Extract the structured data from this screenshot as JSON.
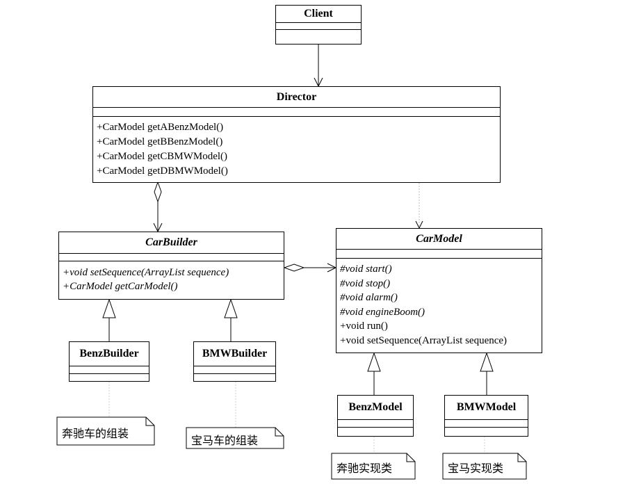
{
  "classes": {
    "client": {
      "name": "Client"
    },
    "director": {
      "name": "Director",
      "operations": [
        "+CarModel getABenzModel()",
        "+CarModel getBBenzModel()",
        "+CarModel getCBMWModel()",
        "+CarModel getDBMWModel()"
      ]
    },
    "car_builder": {
      "name": "CarBuilder",
      "operations": [
        "+void setSequence(ArrayList sequence)",
        "+CarModel getCarModel()"
      ]
    },
    "car_model": {
      "name": "CarModel",
      "operations": [
        "#void start()",
        "#void stop()",
        "#void alarm()",
        "#void engineBoom()",
        "+void run()",
        "+void setSequence(ArrayList sequence)"
      ]
    },
    "benz_builder": {
      "name": "BenzBuilder"
    },
    "bmw_builder": {
      "name": "BMWBuilder"
    },
    "benz_model": {
      "name": "BenzModel"
    },
    "bmw_model": {
      "name": "BMWModel"
    }
  },
  "notes": {
    "benz_assembly": "奔驰车的组装",
    "bmw_assembly": "宝马车的组装",
    "benz_impl": "奔驰实现类",
    "bmw_impl": "宝马实现类"
  }
}
